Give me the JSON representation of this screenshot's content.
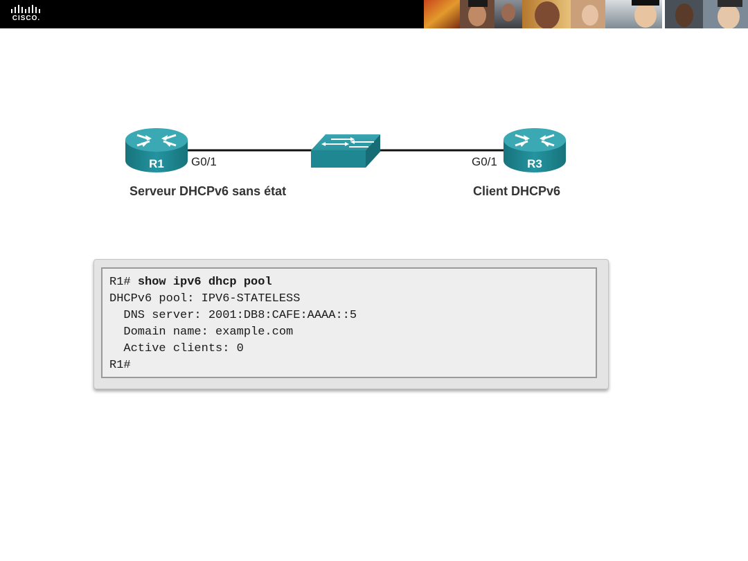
{
  "header": {
    "logo_text": "CISCO."
  },
  "topology": {
    "r1": {
      "label": "R1",
      "interface": "G0/1",
      "caption": "Serveur DHCPv6 sans état"
    },
    "r3": {
      "label": "R3",
      "interface": "G0/1",
      "caption": "Client DHCPv6"
    }
  },
  "terminal": {
    "prompt": "R1#",
    "command": "show ipv6 dhcp pool",
    "lines": [
      "DHCPv6 pool: IPV6-STATELESS",
      "  DNS server: 2001:DB8:CAFE:AAAA::5",
      "  Domain name: example.com",
      "  Active clients: 0",
      "R1#"
    ]
  },
  "colors": {
    "device_teal": "#1f8d96",
    "device_teal_light": "#4fb3bc",
    "link": "#111111"
  }
}
